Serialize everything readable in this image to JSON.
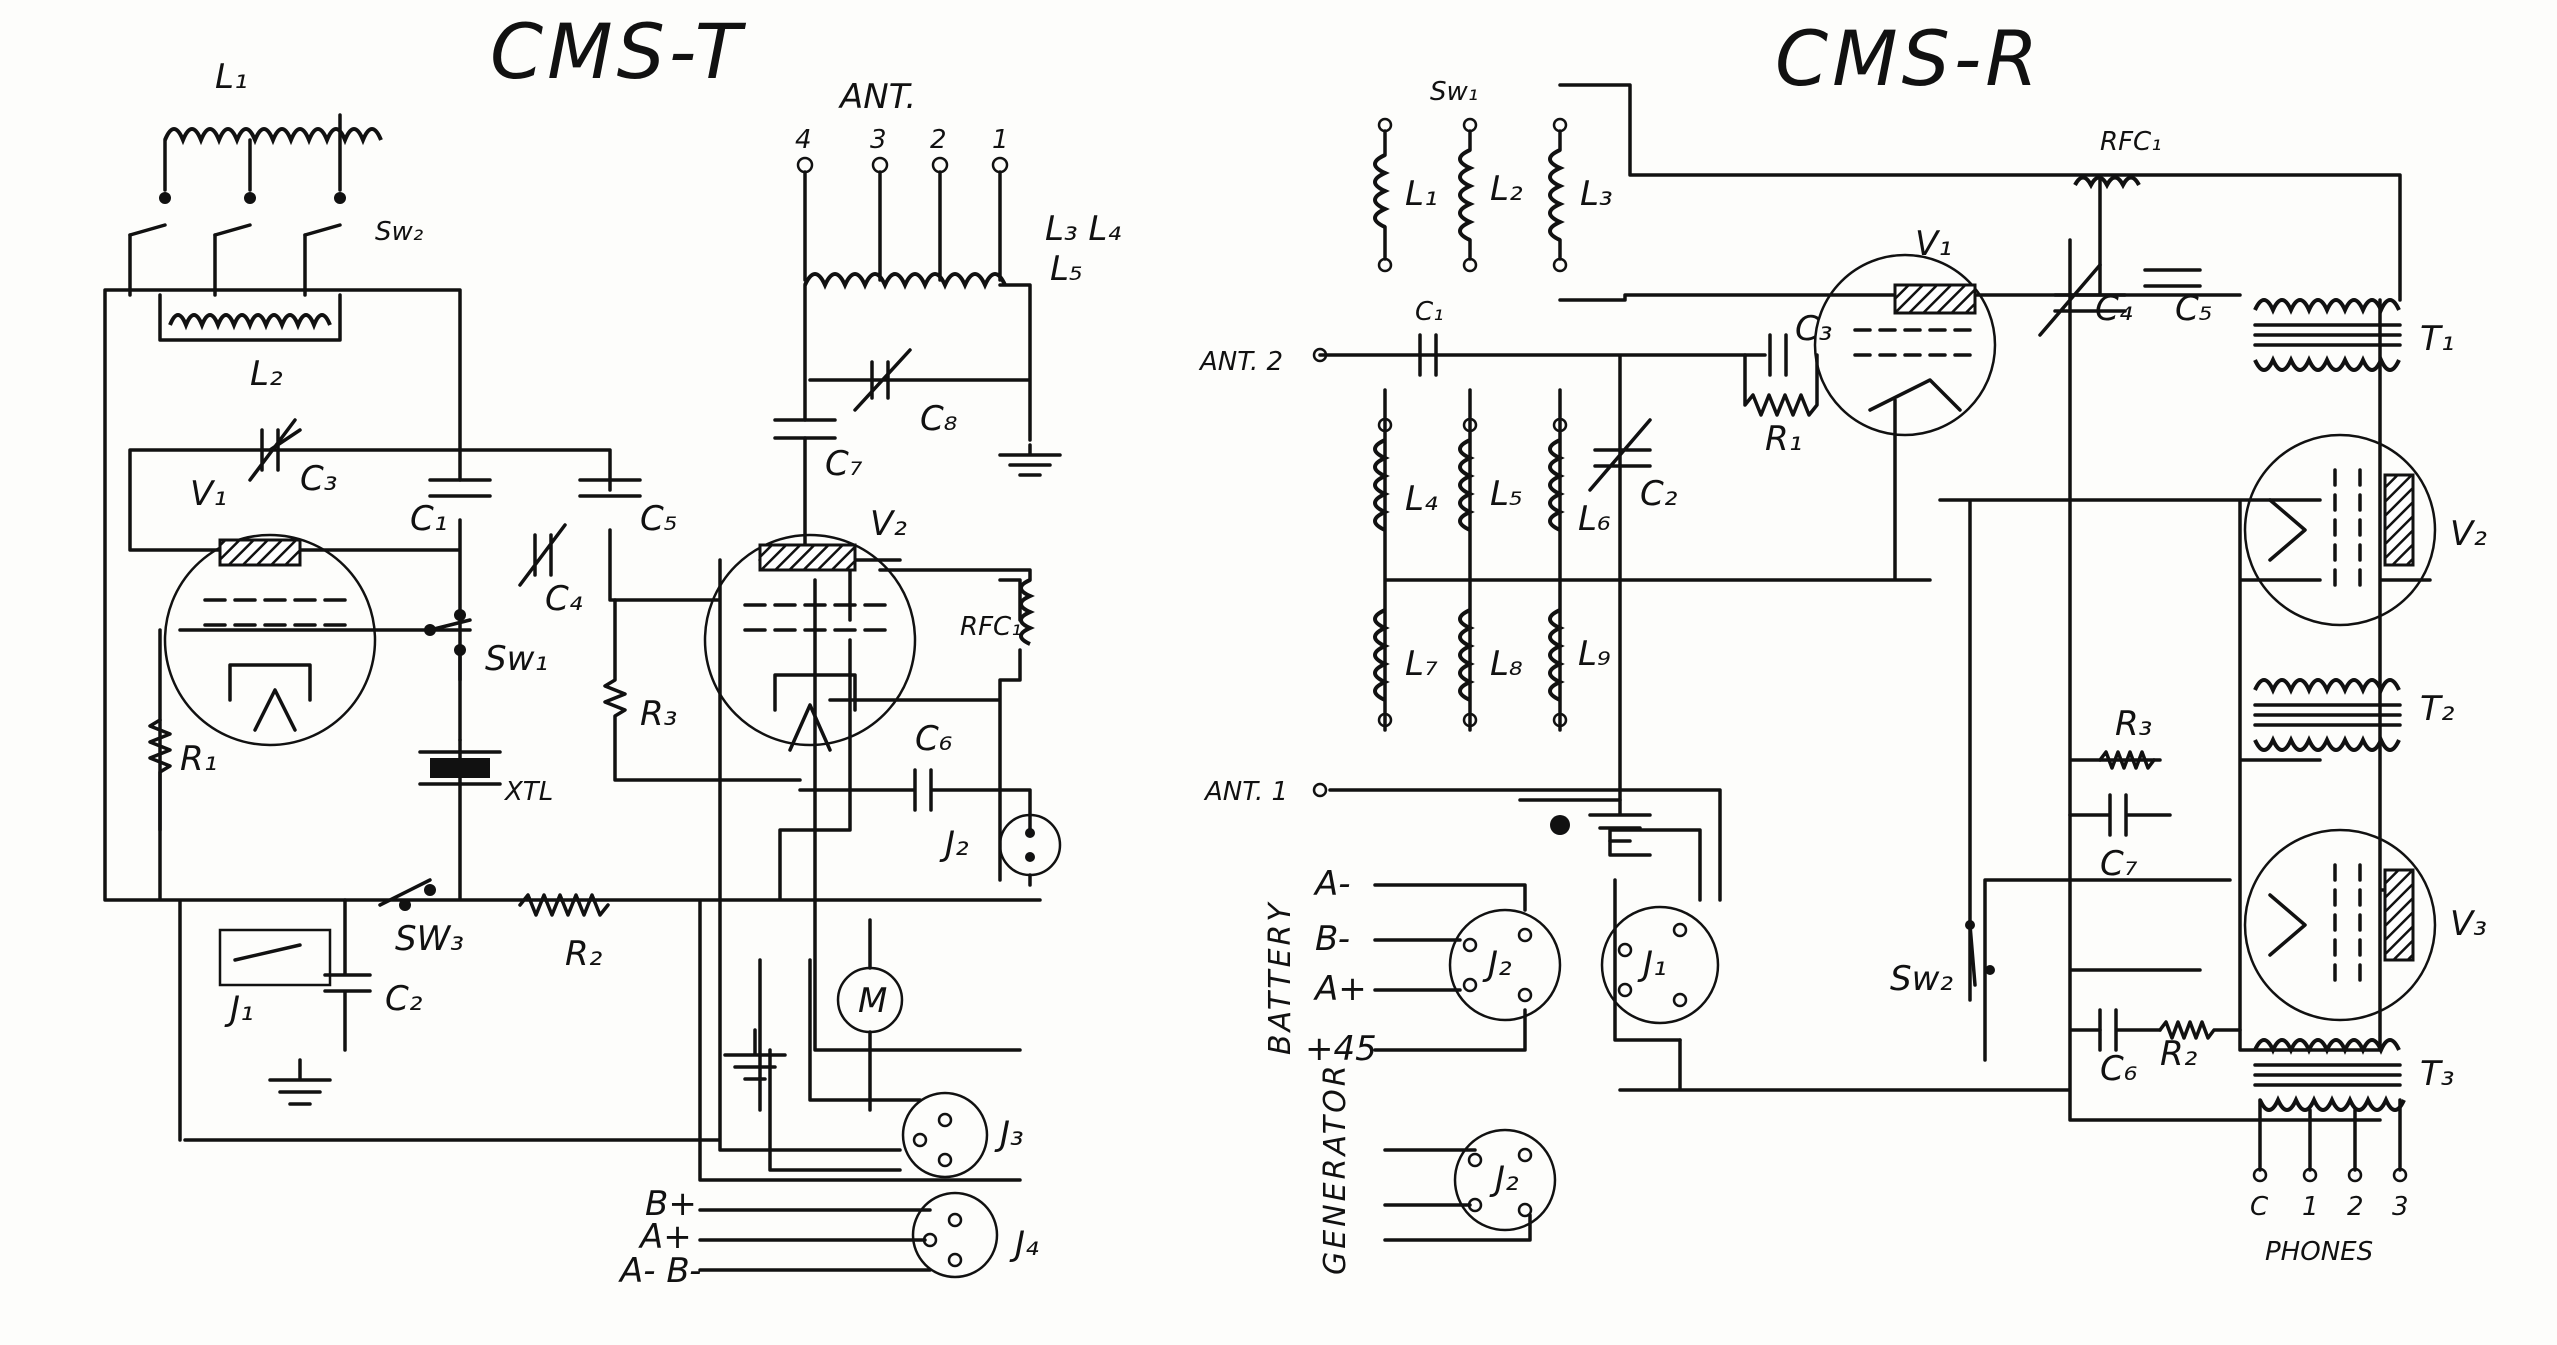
{
  "transmitter": {
    "title": "CMS-T",
    "labels": {
      "l1": "L₁",
      "l2": "L₂",
      "sw2": "Sw₂",
      "ant": "ANT.",
      "ant_taps": [
        "4",
        "3",
        "2",
        "1"
      ],
      "l345": "L₃ L₄",
      "l5": "L₅",
      "c8": "C₈",
      "c7": "C₇",
      "v1": "V₁",
      "c3": "C₃",
      "c1": "C₁",
      "c5": "C₅",
      "c4": "C₄",
      "v2": "V₂",
      "rfc1": "RFC₁",
      "sw1": "Sw₁",
      "r3": "R₃",
      "c6": "C₆",
      "r1": "R₁",
      "xtl": "XTL",
      "j2": "J₂",
      "sw3": "SW₃",
      "r2": "R₂",
      "j1": "J₁",
      "c2": "C₂",
      "m": "M",
      "j3": "J₃",
      "j4": "J₄",
      "b_plus": "B+",
      "a_plus": "A+",
      "a_minus_b_minus": "A- B-"
    }
  },
  "receiver": {
    "title": "CMS-R",
    "labels": {
      "sw1": "Sw₁",
      "l1": "L₁",
      "l2": "L₂",
      "l3": "L₃",
      "rfc1": "RFC₁",
      "v1": "V₁",
      "c4": "C₄",
      "c5": "C₅",
      "t1": "T₁",
      "ant2": "ANT. 2",
      "c1": "C₁",
      "c3": "C₃",
      "r1": "R₁",
      "c2": "C₂",
      "l4": "L₄",
      "l5": "L₅",
      "l6": "L₆",
      "l7": "L₇",
      "l8": "L₈",
      "l9": "L₉",
      "v2": "V₂",
      "t2": "T₂",
      "r3": "R₃",
      "c7": "C₇",
      "ant1": "ANT. 1",
      "a_minus": "A-",
      "b_minus": "B-",
      "a_plus": "A+",
      "plus45": "+45",
      "battery": "BATTERY",
      "j2a": "J₂",
      "j1": "J₁",
      "sw2": "Sw₂",
      "v3": "V₃",
      "c6": "C₆",
      "r2": "R₂",
      "t3": "T₃",
      "generator": "GENERATOR",
      "j2b": "J₂",
      "phone_taps": [
        "C",
        "1",
        "2",
        "3"
      ],
      "phones": "PHONES"
    }
  }
}
